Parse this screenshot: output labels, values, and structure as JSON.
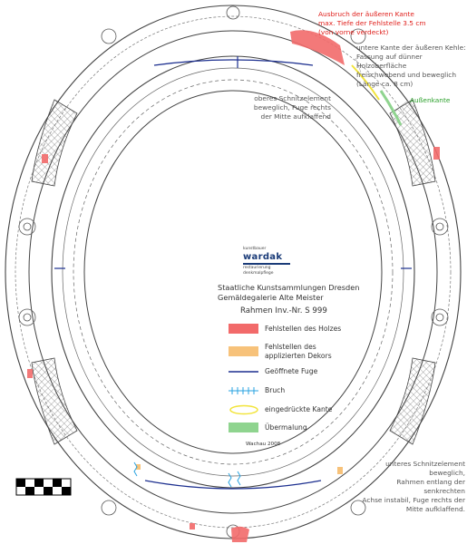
{
  "annotations": {
    "top_break": "Ausbruch der äußeren Kante\nmax. Tiefe der Fehlstelle 3.5 cm\n(von vorne verdeckt)",
    "inner_edge": "untere Kante der äußeren Kehle:\nFassung auf dünner Holzoberfläche\nfreischwebend und beweglich\n(Länge ca. 8 cm)",
    "outer_edge": "Außenkante",
    "upper_element": "oberes Schnitzelement\nbeweglich, Fuge rechts\nder Mitte aufklaffend",
    "lower_element": "unteres Schnitzelement beweglich,\nRahmen entlang der senkrechten\nAchse instabil, Fuge rechts der\nMitte aufklaffend."
  },
  "logo": {
    "top": "kunstbauer",
    "brand": "wardak",
    "tagline1": "restaurierung",
    "tagline2": "denkmalpflege"
  },
  "institution": {
    "line1": "Staatliche Kunstsammlungen Dresden",
    "line2": "Gemäldegalerie Alte Meister"
  },
  "frame_id": "Rahmen Inv.-Nr. S 999",
  "legend": [
    {
      "label": "Fehlstellen des Holzes",
      "color": "#f26a6a"
    },
    {
      "label": "Fehlstellen des\napplizierten Dekors",
      "color": "#f7c27a"
    },
    {
      "label": "Geöffnete Fuge",
      "color": "#1c2f8f"
    },
    {
      "label": "Bruch",
      "color": "#29a3e0"
    },
    {
      "label": "eingedrückte Kante",
      "color": "#f2e43a"
    },
    {
      "label": "Übermalung",
      "color": "#8fd48f"
    }
  ],
  "credit": "Wachau 2008"
}
